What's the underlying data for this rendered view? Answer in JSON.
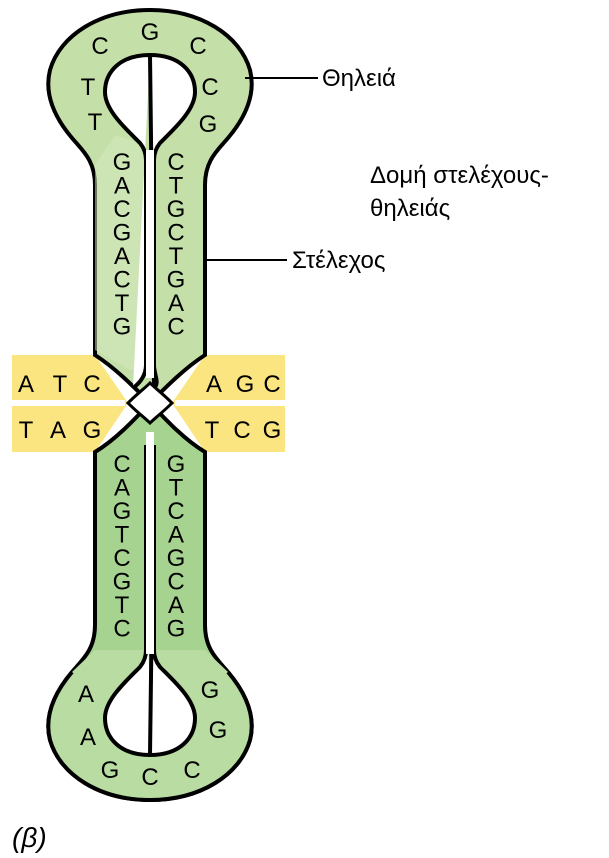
{
  "labels": {
    "loop": "Θηλειά",
    "structure_line1": "Δομή στελέχους-",
    "structure_line2": "θηλειάς",
    "stem": "Στέλεχος",
    "panel": "(β)"
  },
  "colors": {
    "upper_strand": "#c4e0a8",
    "upper_strand_light": "#d6e9c0",
    "lower_strand": "#a6d390",
    "lower_loop": "#b9dca2",
    "duplex": "#fbe580",
    "outline": "#000000"
  },
  "sequences": {
    "top_loop": [
      "C",
      "G",
      "C",
      "T",
      "C",
      "T",
      "G"
    ],
    "top_stem_left": [
      "G",
      "A",
      "C",
      "G",
      "A",
      "C",
      "T",
      "G"
    ],
    "top_stem_right": [
      "C",
      "T",
      "G",
      "C",
      "T",
      "G",
      "A",
      "C"
    ],
    "duplex_top_left": [
      "A",
      "T",
      "C"
    ],
    "duplex_top_right": [
      "A",
      "G",
      "C"
    ],
    "duplex_bottom_left": [
      "T",
      "A",
      "G"
    ],
    "duplex_bottom_right": [
      "T",
      "C",
      "G"
    ],
    "bottom_stem_left": [
      "C",
      "A",
      "G",
      "T",
      "C",
      "G",
      "T",
      "C"
    ],
    "bottom_stem_right": [
      "G",
      "T",
      "C",
      "A",
      "G",
      "C",
      "A",
      "G"
    ],
    "bottom_loop": [
      "A",
      "A",
      "G",
      "C",
      "G",
      "G",
      "C"
    ]
  }
}
